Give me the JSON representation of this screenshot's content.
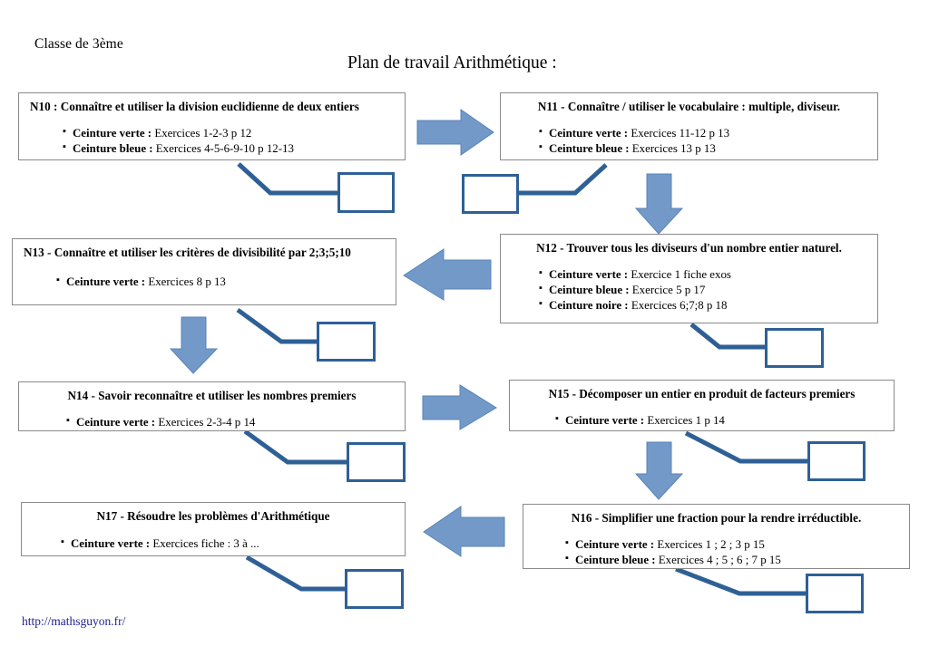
{
  "header": {
    "classe": "Classe de 3ème",
    "title": "Plan de travail Arithmétique :"
  },
  "footer": {
    "url": "http://mathsguyon.fr/"
  },
  "colors": {
    "arrow_fill": "#7399c8",
    "arrow_stroke": "#5a84b8",
    "connector_line": "#2e6096",
    "callout_border": "#2e6096",
    "node_border": "#8a8a8a",
    "footer_link": "#1f1f8f",
    "text": "#000000"
  },
  "nodes": [
    {
      "id": "N10",
      "title": "N10 : Connaître et utiliser la division euclidienne de deux entiers",
      "title_align": "left",
      "belts": [
        {
          "name": "Ceinture verte :",
          "exercises": "Exercices 1-2-3 p 12"
        },
        {
          "name": "Ceinture bleue :",
          "exercises": "Exercices 4-5-6-9-10 p 12-13"
        }
      ]
    },
    {
      "id": "N11",
      "title": "N11 - Connaître / utiliser le vocabulaire : multiple, diviseur.",
      "title_align": "center",
      "belts": [
        {
          "name": "Ceinture verte :",
          "exercises": " Exercices 11-12 p 13"
        },
        {
          "name": "Ceinture bleue :",
          "exercises": " Exercices 13 p 13"
        }
      ]
    },
    {
      "id": "N12",
      "title": "N12 - Trouver tous les diviseurs d'un nombre entier naturel.",
      "title_align": "center",
      "belts": [
        {
          "name": "Ceinture verte :",
          "exercises": "Exercice 1 fiche exos"
        },
        {
          "name": "Ceinture bleue :",
          "exercises": "Exercice 5 p 17"
        },
        {
          "name": "Ceinture noire :",
          "exercises": "Exercices 6;7;8 p 18"
        }
      ]
    },
    {
      "id": "N13",
      "title": "N13 - Connaître et utiliser les critères de divisibilité par 2;3;5;10",
      "title_align": "left",
      "belts": [
        {
          "name": "Ceinture verte :",
          "exercises": "Exercices 8 p 13"
        }
      ]
    },
    {
      "id": "N14",
      "title": "N14 - Savoir reconnaître et utiliser les nombres premiers",
      "title_align": "center",
      "belts": [
        {
          "name": "Ceinture verte :",
          "exercises": "Exercices 2-3-4 p 14"
        }
      ]
    },
    {
      "id": "N15",
      "title": "N15 - Décomposer un entier en produit de facteurs premiers",
      "title_align": "center",
      "belts": [
        {
          "name": "Ceinture verte :",
          "exercises": "Exercices 1 p 14"
        }
      ]
    },
    {
      "id": "N16",
      "title": "N16 - Simplifier une fraction pour la rendre irréductible.",
      "title_align": "center",
      "belts": [
        {
          "name": "Ceinture verte :",
          "exercises": "Exercices 1 ; 2 ; 3 p 15"
        },
        {
          "name": "Ceinture bleue :",
          "exercises": "Exercices 4 ; 5 ; 6 ; 7 p 15"
        }
      ]
    },
    {
      "id": "N17",
      "title": "N17 - Résoudre les problèmes d'Arithmétique",
      "title_align": "center",
      "belts": [
        {
          "name": "Ceinture verte :",
          "exercises": "Exercices fiche : 3 à ..."
        }
      ]
    }
  ],
  "arrows": [
    {
      "name": "arrow-n10-to-n11",
      "direction": "right"
    },
    {
      "name": "arrow-n11-to-n12",
      "direction": "down"
    },
    {
      "name": "arrow-n12-to-n13",
      "direction": "left"
    },
    {
      "name": "arrow-n13-to-n14",
      "direction": "down"
    },
    {
      "name": "arrow-n14-to-n15",
      "direction": "right"
    },
    {
      "name": "arrow-n15-to-n16",
      "direction": "down"
    },
    {
      "name": "arrow-n16-to-n17",
      "direction": "left"
    }
  ],
  "callouts": [
    {
      "name": "callout-n10"
    },
    {
      "name": "callout-n11"
    },
    {
      "name": "callout-n13"
    },
    {
      "name": "callout-n12"
    },
    {
      "name": "callout-n14"
    },
    {
      "name": "callout-n15"
    },
    {
      "name": "callout-n17"
    },
    {
      "name": "callout-n16"
    }
  ]
}
